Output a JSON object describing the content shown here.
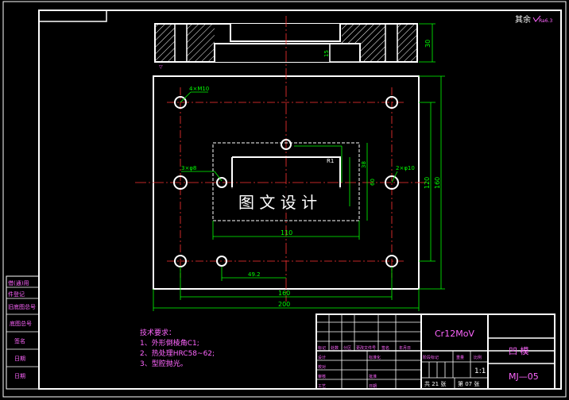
{
  "corner_note": "其余",
  "corner_roughness": "Ra6.3",
  "top_view": {
    "dim_height": "30",
    "dim_slot_depth": "15"
  },
  "plan_view": {
    "label_holes_top": "4×M10",
    "label_holes_side": "3×φ8",
    "label_pin_holes": "2×φ10",
    "label_fillet": "R1",
    "dim_inner_height": "38",
    "dim_outer_height": "60",
    "dim_hole_spacing_v": "120",
    "dim_plate_height": "160",
    "dim_slot_width": "110",
    "dim_offset": "49.2",
    "dim_hole_spacing_h": "160",
    "dim_plate_width": "200",
    "watermark": "图 文 设 计"
  },
  "tech_requirements": {
    "title": "技术要求：",
    "items": [
      "1、外形倒棱角C1;",
      "2、热处理HRC58~62;",
      "3、型腔抛光。"
    ]
  },
  "side_labels": [
    "借(通)用",
    "件登记",
    "旧底图总号",
    "底图总号",
    "签名",
    "日期",
    "日期"
  ],
  "title_block": {
    "material": "Cr12MoV",
    "part_name": "凹  模",
    "drawing_number": "MJ—05",
    "scale": "1:1",
    "sheet_total": "共 21 张",
    "sheet_number": "第 07 张",
    "header_cells": [
      "标记",
      "处数",
      "分区",
      "更改文件号",
      "签名",
      "年月日"
    ],
    "role_labels": [
      "设计",
      "校对",
      "审核",
      "工艺"
    ],
    "std_labels": [
      "标准化",
      "批准",
      "日期"
    ],
    "stage_labels": [
      "阶段标记",
      "重量",
      "比例"
    ]
  }
}
